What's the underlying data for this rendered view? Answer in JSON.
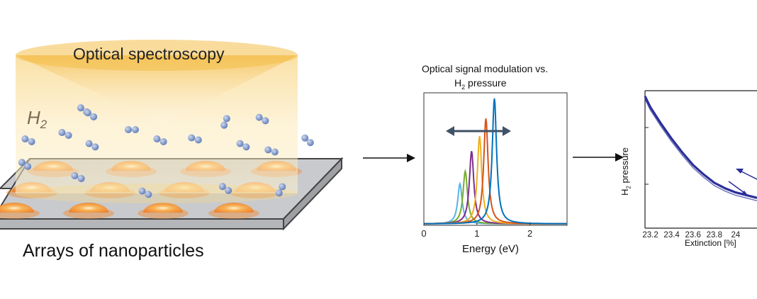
{
  "panel_a": {
    "top_label": "Optical spectroscopy",
    "gas_label": "H",
    "gas_subscript": "2",
    "bottom_label": "Arrays of nanoparticles"
  },
  "panel_b": {
    "title_line1": "Optical signal modulation vs.",
    "title_line2_prefix": "H",
    "title_line2_sub": "2",
    "title_line2_suffix": " pressure",
    "x_axis_label": "Energy (eV)"
  },
  "panel_c": {
    "y_axis_label_prefix": "H",
    "y_axis_label_sub": "2",
    "y_axis_label_suffix": " pressure",
    "x_axis_label": "Extinction [%]"
  },
  "colors": {
    "beam": "#f5c242",
    "particle_glow": "#f07a1e",
    "substrate": "#c9cacd",
    "gas_molecule": "#6f8fc6",
    "isotherm": "#2b2f9a",
    "arrow": "#3f5266"
  },
  "chart_data": [
    {
      "type": "line",
      "title": "Optical signal modulation vs. H2 pressure",
      "xlabel": "Energy (eV)",
      "ylabel": "",
      "xlim": [
        0,
        2.7
      ],
      "x_ticks": [
        "0",
        "1",
        "2"
      ],
      "x_tick_values": [
        0,
        1,
        2
      ],
      "ylim": [
        0,
        1
      ],
      "annotation": "double-headed arrow (spectral shift)",
      "series": [
        {
          "color": "#56b4e9",
          "peak_x": 0.68,
          "peak_y": 0.32,
          "width": 0.05
        },
        {
          "color": "#77ac30",
          "peak_x": 0.78,
          "peak_y": 0.42,
          "width": 0.05
        },
        {
          "color": "#7e2f8e",
          "peak_x": 0.9,
          "peak_y": 0.58,
          "width": 0.05
        },
        {
          "color": "#edb120",
          "peak_x": 1.05,
          "peak_y": 0.7,
          "width": 0.05
        },
        {
          "color": "#d95319",
          "peak_x": 1.17,
          "peak_y": 0.84,
          "width": 0.05
        },
        {
          "color": "#0072bd",
          "peak_x": 1.33,
          "peak_y": 1.0,
          "width": 0.05
        }
      ]
    },
    {
      "type": "line",
      "title": "",
      "xlabel": "Extinction [%]",
      "ylabel": "H2 pressure",
      "x_ticks": [
        "23.2",
        "23.4",
        "23.6",
        "23.8",
        "24"
      ],
      "x_tick_values": [
        23.2,
        23.4,
        23.6,
        23.8,
        24.0
      ],
      "xlim": [
        23.15,
        24.2
      ],
      "ylim": [
        0,
        1
      ],
      "series": [
        {
          "color": "#2b2f9a",
          "x": [
            23.15,
            23.2,
            23.3,
            23.4,
            23.5,
            23.6,
            23.7,
            23.8,
            23.9,
            24.0,
            24.1,
            24.2
          ],
          "y": [
            0.96,
            0.88,
            0.76,
            0.65,
            0.55,
            0.46,
            0.39,
            0.33,
            0.29,
            0.26,
            0.24,
            0.22
          ]
        }
      ]
    }
  ]
}
